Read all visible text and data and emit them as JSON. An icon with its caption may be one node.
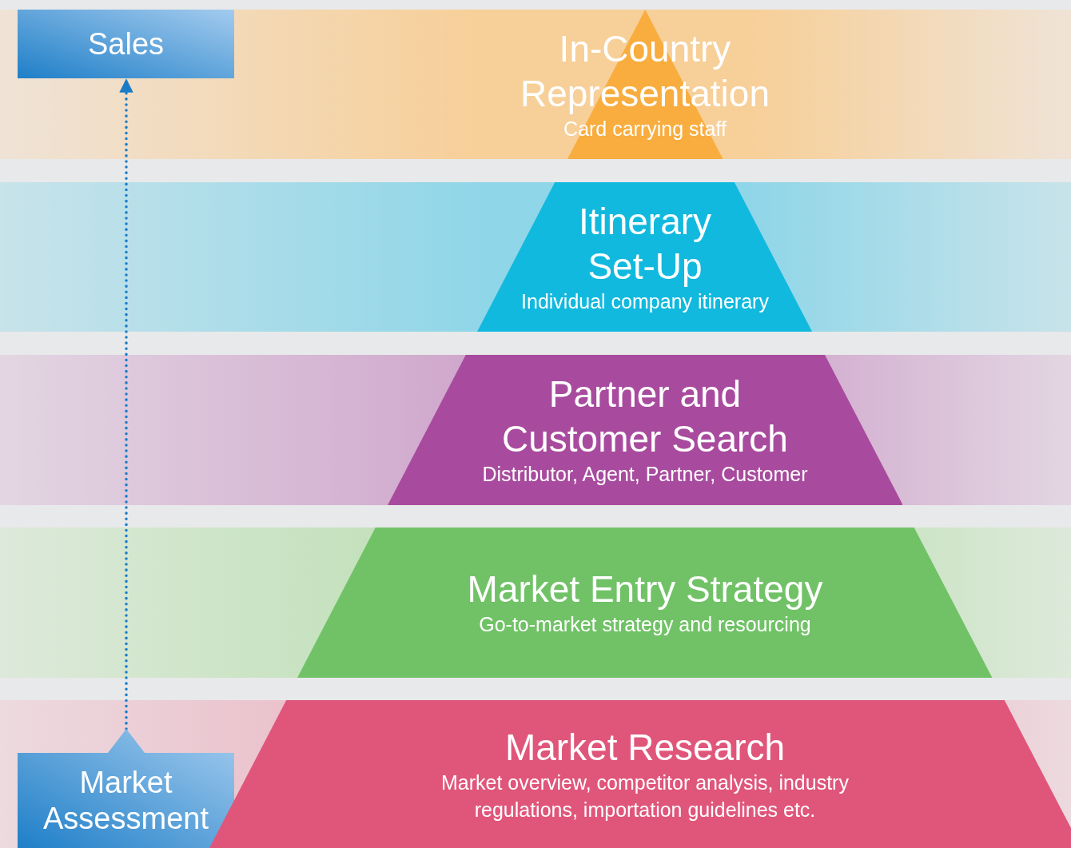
{
  "diagram": {
    "nodes": [
      {
        "text": [
          "Sales"
        ]
      },
      {
        "text": [
          "Market Assessment"
        ]
      },
      {
        "text": [
          "In-Country Representation",
          "Card carrying staff"
        ]
      },
      {
        "text": [
          "Itinerary Set-Up",
          "Individual company itinerary"
        ]
      },
      {
        "text": [
          "Partner and Customer Search",
          "Distributor, Agent, Partner, Customer"
        ]
      },
      {
        "text": [
          "Market Entry Strategy",
          "Go-to-market strategy and resourcing"
        ]
      },
      {
        "text": [
          "Market Research",
          "Market overview, competitor analysis, industry regulations, importation guidelines etc."
        ]
      }
    ],
    "edges": [
      {
        "from": 1,
        "to": 0,
        "arrow": "to",
        "style": "dashed"
      }
    ]
  }
}
